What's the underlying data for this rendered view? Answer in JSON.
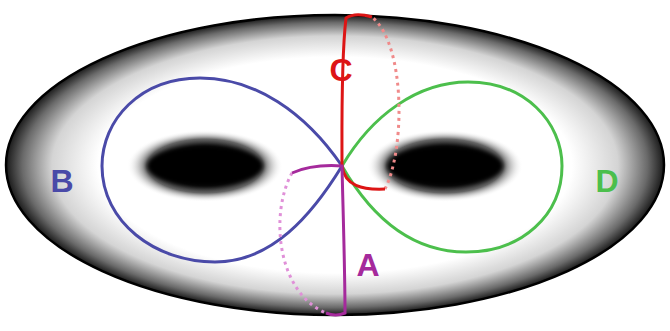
{
  "diagram": {
    "labels": [
      "C",
      "B",
      "D",
      "A"
    ]
  }
}
